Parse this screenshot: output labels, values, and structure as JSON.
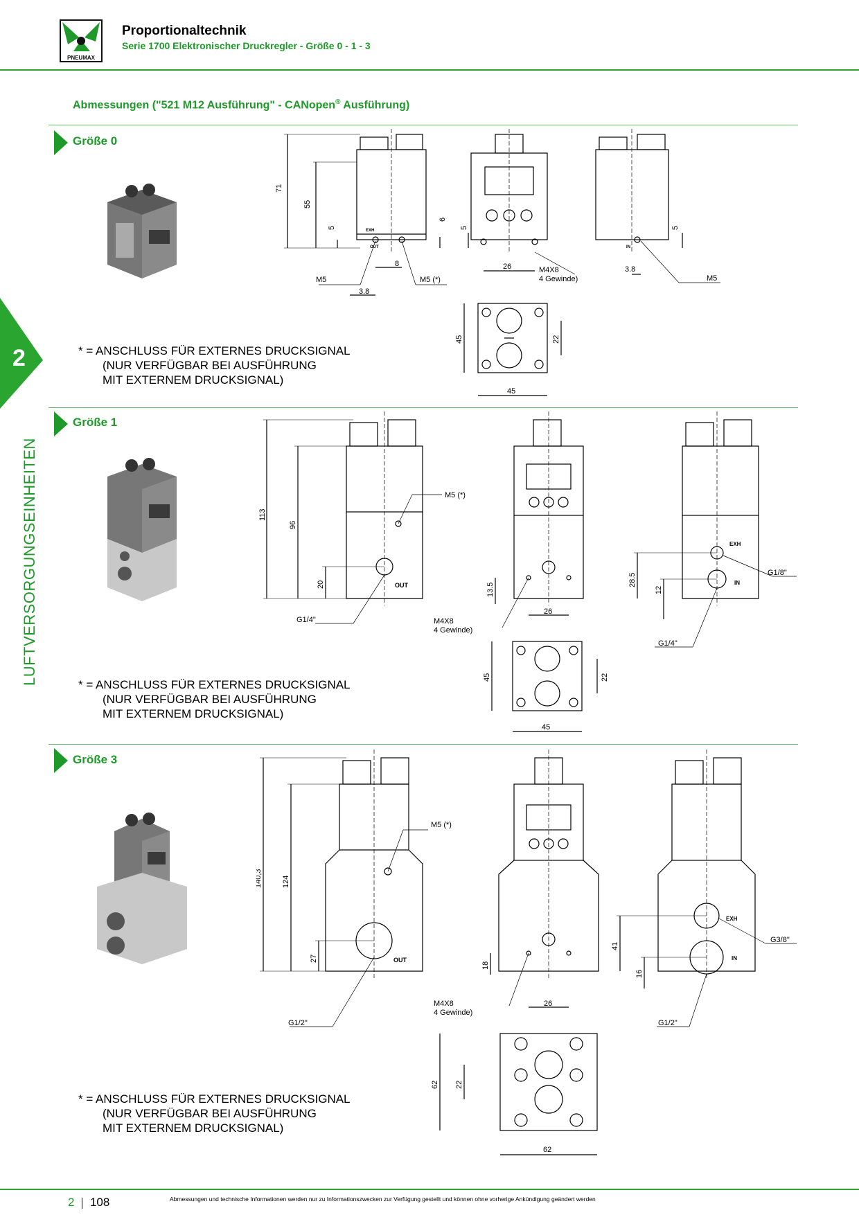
{
  "header": {
    "logo_text": "PNEUMAX",
    "title": "Proportionaltechnik",
    "subtitle": "Serie 1700 Elektronischer Druckregler - Größe 0 - 1 - 3"
  },
  "section": {
    "title_main": "Abmessungen (\"521 M12 Ausführung\" - CANopen",
    "title_reg": "®",
    "title_end": " Ausführung)"
  },
  "side_tab": {
    "number": "2",
    "label": "LUFTVERSORGUNGSEINHEITEN"
  },
  "sizes": [
    {
      "label": "Größe 0",
      "note": [
        "* =  ANSCHLUSS FÜR EXTERNES DRUCKSIGNAL",
        "(NUR VERFÜGBAR BEI AUSFÜHRUNG",
        "MIT EXTERNEM DRUCKSIGNAL)"
      ],
      "dims": {
        "h_total": "71",
        "h_body": "55",
        "h_port": "5",
        "h_port2": "6",
        "w_ports": "8",
        "w_off": "3.8",
        "port_out": "M5",
        "port_ext": "M5 (*)",
        "f_h": "5",
        "f_w": "26",
        "f_thread": "M4X8",
        "f_thread2": "4 Gewinde)",
        "s_h": "5",
        "s_w": "3.8",
        "s_port": "M5",
        "t_h": "45",
        "t_w": "45",
        "t_pitch": "22",
        "lbl_exh": "EXH",
        "lbl_out": "OUT",
        "lbl_in": "IN"
      }
    },
    {
      "label": "Größe 1",
      "note": [
        "* =  ANSCHLUSS FÜR EXTERNES DRUCKSIGNAL",
        "(NUR VERFÜGBAR BEI AUSFÜHRUNG",
        "MIT EXTERNEM DRUCKSIGNAL)"
      ],
      "dims": {
        "h_total": "113",
        "h_body": "96",
        "h_port": "20",
        "port_ext": "M5 (*)",
        "port_out": "G1/4\"",
        "lbl_out": "OUT",
        "f_h": "13.5",
        "f_w": "26",
        "f_thread": "M4X8",
        "f_thread2": "4 Gewinde)",
        "s_h1": "28.5",
        "s_h2": "12",
        "s_port_top": "G1/8\"",
        "s_port_bot": "G1/4\"",
        "lbl_exh": "EXH",
        "lbl_in": "IN",
        "t_h": "45",
        "t_w": "45",
        "t_pitch": "22"
      }
    },
    {
      "label": "Größe 3",
      "note": [
        "* =  ANSCHLUSS FÜR EXTERNES DRUCKSIGNAL",
        "(NUR VERFÜGBAR BEI AUSFÜHRUNG",
        "MIT EXTERNEM DRUCKSIGNAL)"
      ],
      "dims": {
        "h_total": "140,3",
        "h_body": "124",
        "h_port": "27",
        "port_ext": "M5 (*)",
        "port_out": "G1/2\"",
        "lbl_out": "OUT",
        "f_h": "18",
        "f_w": "26",
        "f_thread": "M4X8",
        "f_thread2": "4 Gewinde)",
        "s_h1": "41",
        "s_h2": "16",
        "s_port_top": "G3/8\"",
        "s_port_bot": "G1/2\"",
        "lbl_exh": "EXH",
        "lbl_in": "IN",
        "t_h": "62",
        "t_w": "62",
        "t_pitch": "22"
      }
    }
  ],
  "footer": {
    "page_section": "2",
    "page_number": "108",
    "disclaimer": "Abmessungen und technische Informationen werden nur zu Informationszwecken zur Verfügung gestellt und können ohne vorherige Ankündigung geändert werden"
  },
  "colors": {
    "accent": "#1f9a2a",
    "rule": "#2aa52f"
  }
}
